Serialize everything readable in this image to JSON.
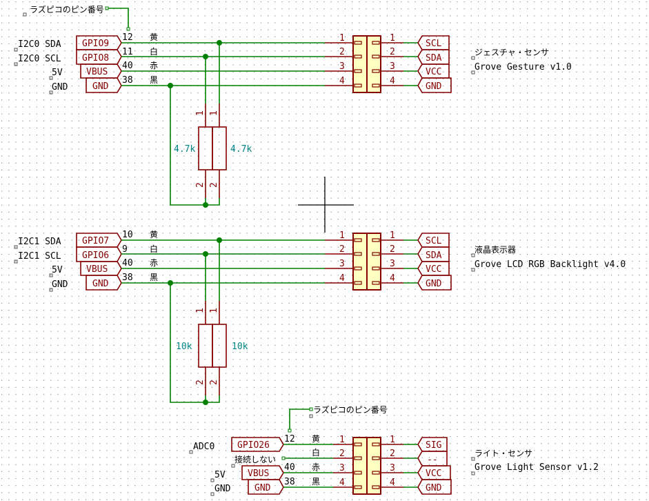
{
  "colors": {
    "wire": "#008000",
    "component": "#840000",
    "connector_fill": "#ffffc2",
    "value_text": "#008484",
    "grid": "#8a8a8a",
    "background": "#ffffff"
  },
  "cursor": {
    "type": "crosshair"
  },
  "sections": [
    {
      "id": "gesture",
      "pico_pin_note": "ラズピコのピン番号",
      "left_notes": [
        "I2C0 SDA",
        "I2C0 SCL",
        "5V",
        "GND"
      ],
      "labels": [
        "GPIO9",
        "GPIO8",
        "VBUS",
        "GND"
      ],
      "pin_numbers": [
        "12",
        "11",
        "40",
        "38"
      ],
      "wire_colors": [
        "黄",
        "白",
        "赤",
        "黒"
      ],
      "conn_pins_left": [
        "1",
        "2",
        "3",
        "4"
      ],
      "conn_pins_right": [
        "1",
        "2",
        "3",
        "4"
      ],
      "right_labels": [
        "SCL",
        "SDA",
        "VCC",
        "GND"
      ],
      "device_jp": "ジェスチャ・センサ",
      "device_name": "Grove Gesture v1.0",
      "resistors": {
        "value_left": "4.7k",
        "value_right": "4.7k",
        "pin_top": "1",
        "pin_bottom": "2"
      }
    },
    {
      "id": "lcd",
      "left_notes": [
        "I2C1 SDA",
        "I2C1 SCL",
        "5V",
        "GND"
      ],
      "labels": [
        "GPIO7",
        "GPIO6",
        "VBUS",
        "GND"
      ],
      "pin_numbers": [
        "10",
        "9",
        "40",
        "38"
      ],
      "wire_colors": [
        "黄",
        "白",
        "赤",
        "黒"
      ],
      "conn_pins_left": [
        "1",
        "2",
        "3",
        "4"
      ],
      "conn_pins_right": [
        "1",
        "2",
        "3",
        "4"
      ],
      "right_labels": [
        "SCL",
        "SDA",
        "VCC",
        "GND"
      ],
      "device_jp": "液晶表示器",
      "device_name": "Grove LCD RGB Backlight v4.0",
      "resistors": {
        "value_left": "10k",
        "value_right": "10k",
        "pin_top": "1",
        "pin_bottom": "2"
      }
    },
    {
      "id": "light",
      "pico_pin_note": "ラズピコのピン番号",
      "left_notes": [
        "ADC0",
        "5V",
        "GND"
      ],
      "nc_note": "接続しない",
      "labels": [
        "GPIO26",
        "VBUS",
        "GND"
      ],
      "pin_numbers": [
        "12",
        "40",
        "38"
      ],
      "wire_colors": [
        "黄",
        "白",
        "赤",
        "黒"
      ],
      "conn_pins_left": [
        "1",
        "2",
        "3",
        "4"
      ],
      "conn_pins_right": [
        "1",
        "2",
        "3",
        "4"
      ],
      "right_labels": [
        "SIG",
        "--",
        "VCC",
        "GND"
      ],
      "device_jp": "ライト・センサ",
      "device_name": "Grove Light Sensor v1.2"
    }
  ]
}
